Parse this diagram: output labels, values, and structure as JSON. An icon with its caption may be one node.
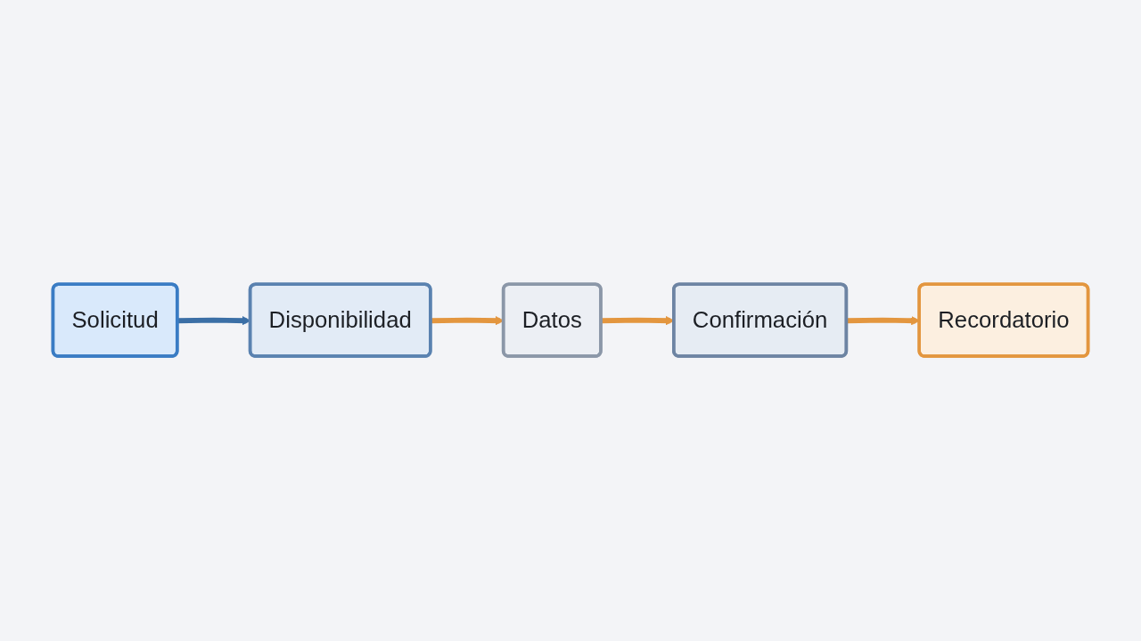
{
  "diagram": {
    "nodes": [
      {
        "text": [
          "Solicitud"
        ]
      },
      {
        "text": [
          "Disponibilidad"
        ]
      },
      {
        "text": [
          "Datos"
        ]
      },
      {
        "text": [
          "Confirmación"
        ]
      },
      {
        "text": [
          "Recordatorio"
        ]
      }
    ],
    "edges": [
      {
        "from": 0,
        "to": 1,
        "arrow": "to",
        "color": "#3b6fa6"
      },
      {
        "from": 1,
        "to": 2,
        "arrow": "to"
      },
      {
        "from": 2,
        "to": 3,
        "arrow": "to"
      },
      {
        "from": 3,
        "to": 4,
        "arrow": "to"
      }
    ]
  }
}
